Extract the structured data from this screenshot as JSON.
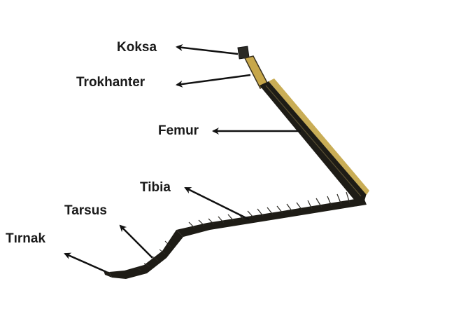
{
  "labels": {
    "koksa": "Koksa",
    "trokhanter": "Trokhanter",
    "femur": "Femur",
    "tibia": "Tibia",
    "tarsus": "Tarsus",
    "tirnak": "Tırnak"
  },
  "colors": {
    "background": "#ffffff",
    "text": "#1a1a1a",
    "arrow": "#111111",
    "leg_dark": "#1e1c16",
    "leg_gold": "#b89a3a",
    "leg_highlight": "#d9c27a",
    "spine": "#2a2822"
  }
}
